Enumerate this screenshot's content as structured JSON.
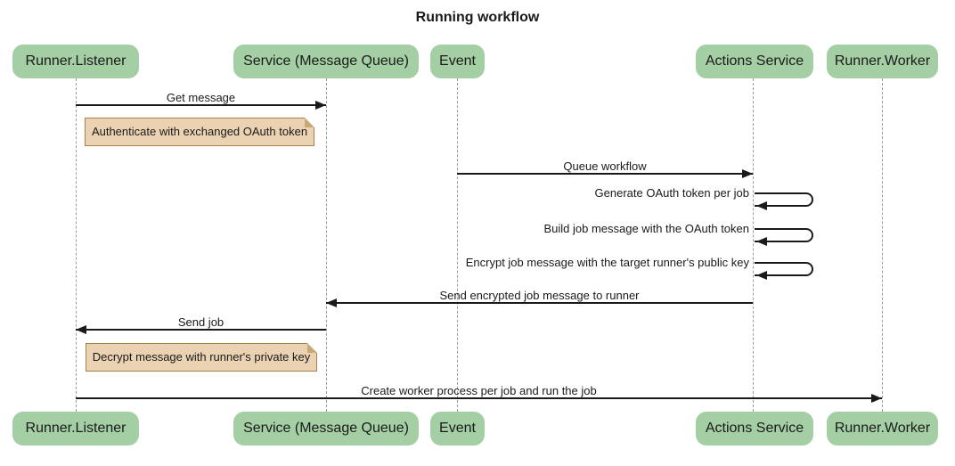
{
  "title": "Running workflow",
  "colors": {
    "actor_fill": "#a4cfa4",
    "note_fill": "#ebd2b2",
    "note_border": "#a5814c",
    "signal_line": "#1a1a1a",
    "lifeline": "#9b9b9b",
    "background": "#ffffff"
  },
  "participants": [
    {
      "name": "Runner.Listener"
    },
    {
      "name": "Service (Message Queue)"
    },
    {
      "name": "Event"
    },
    {
      "name": "Actions Service"
    },
    {
      "name": "Runner.Worker"
    }
  ],
  "messages": [
    {
      "label": "Get message",
      "from": "Runner.Listener",
      "to": "Service (Message Queue)"
    },
    {
      "label": "Queue workflow",
      "from": "Event",
      "to": "Actions Service"
    },
    {
      "label": "Generate OAuth token per job",
      "from": "Actions Service",
      "to": "Actions Service"
    },
    {
      "label": "Build job message with the OAuth token",
      "from": "Actions Service",
      "to": "Actions Service"
    },
    {
      "label": "Encrypt job message with the target runner's public key",
      "from": "Actions Service",
      "to": "Actions Service"
    },
    {
      "label": "Send encrypted job message to runner",
      "from": "Actions Service",
      "to": "Service (Message Queue)"
    },
    {
      "label": "Send job",
      "from": "Service (Message Queue)",
      "to": "Runner.Listener"
    },
    {
      "label": "Create worker process per job and run the job",
      "from": "Runner.Listener",
      "to": "Runner.Worker"
    }
  ],
  "notes": [
    {
      "text": "Authenticate with exchanged OAuth token",
      "anchor": "Runner.Listener"
    },
    {
      "text": "Decrypt message with runner's private key",
      "anchor": "Runner.Listener"
    }
  ]
}
